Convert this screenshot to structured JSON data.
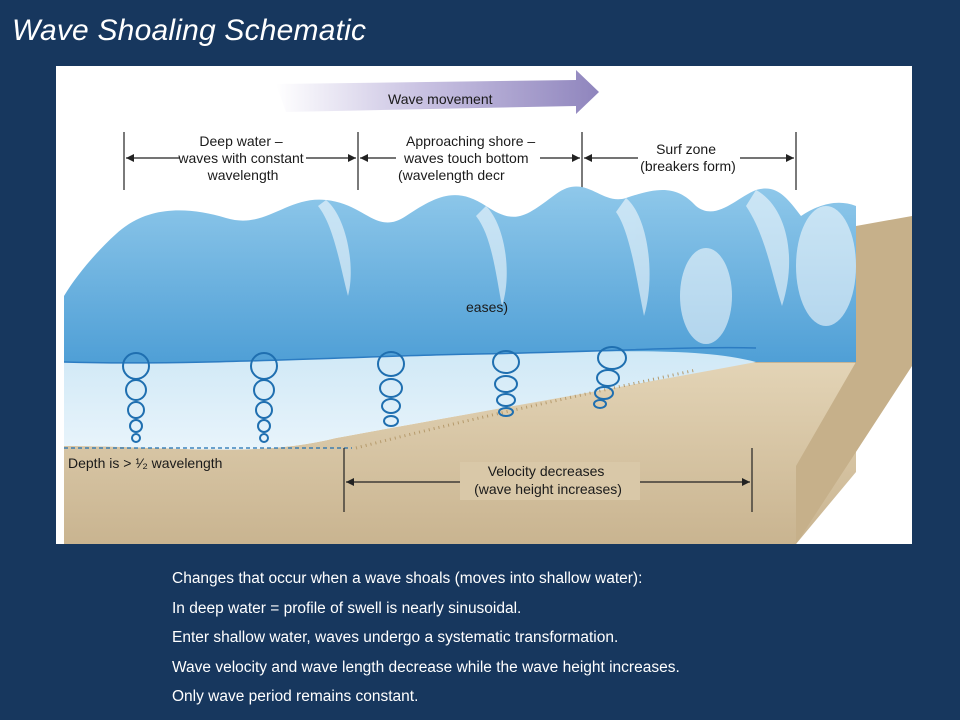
{
  "slide": {
    "title": "Wave Shoaling Schematic"
  },
  "diagram": {
    "arrow_label": "Wave movement",
    "zone_deep": [
      "Deep water –",
      "waves with constant",
      "wavelength"
    ],
    "zone_approach": [
      "Approaching shore –",
      "waves touch bottom",
      "(wavelength decr"
    ],
    "zone_approach_cont": "eases)",
    "zone_surf": [
      "Surf zone",
      "(breakers form)"
    ],
    "depth_label": "Depth is > ¹⁄₂ wavelength",
    "velocity_label": [
      "Velocity decreases",
      "(wave height increases)"
    ],
    "colors": {
      "water_top": "#8fc6e8",
      "water_deep": "#5aa8dc",
      "sand": "#d9c8a8",
      "orbit": "#1f6fb0",
      "arrow": "#9a90c4"
    }
  },
  "notes": [
    "Changes that occur when a wave shoals (moves into shallow water):",
    "In deep water = profile of swell is nearly sinusoidal.",
    "Enter shallow water, waves undergo a systematic transformation.",
    "Wave velocity and wave length decrease while the wave height increases.",
    "Only wave period remains constant."
  ]
}
